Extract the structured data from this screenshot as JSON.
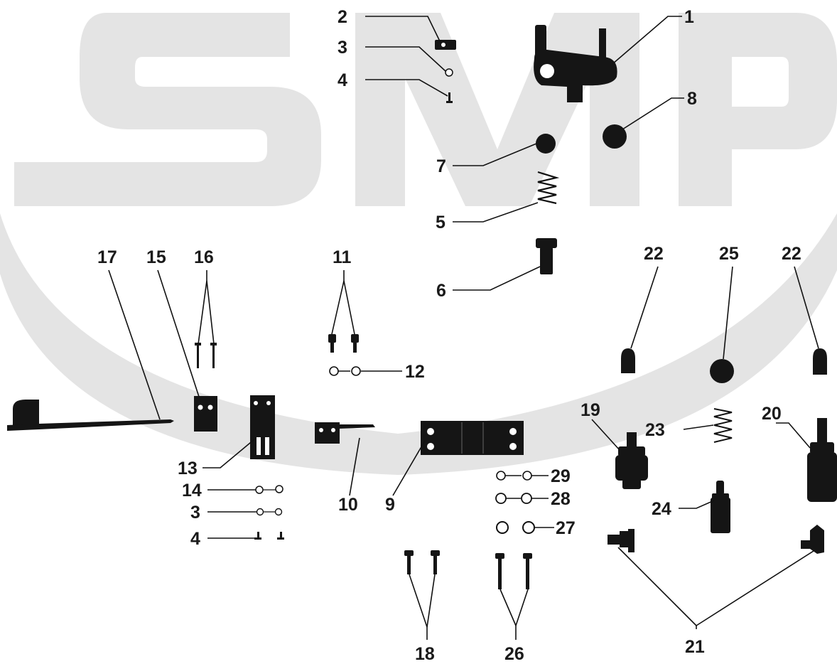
{
  "watermark": {
    "text": "SMP",
    "color": "#e4e4e4"
  },
  "diagram": {
    "type": "exploded-parts-view",
    "callouts": [
      "1",
      "2",
      "3",
      "4",
      "5",
      "6",
      "7",
      "8",
      "9",
      "10",
      "11",
      "12",
      "13",
      "14",
      "15",
      "16",
      "17",
      "18",
      "19",
      "20",
      "21",
      "22",
      "23",
      "24",
      "25",
      "26",
      "27",
      "28",
      "29",
      "22",
      "3",
      "4"
    ]
  }
}
